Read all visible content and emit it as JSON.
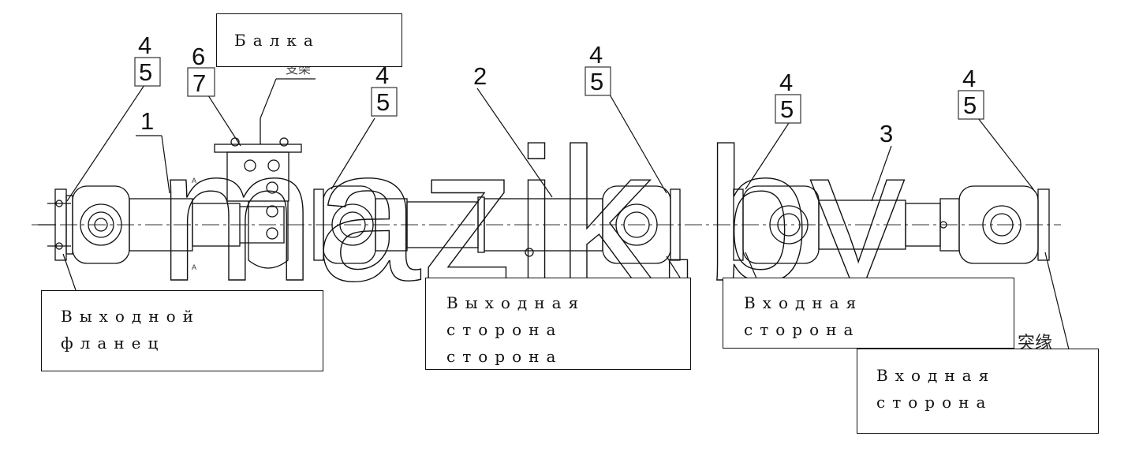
{
  "part_numbers": {
    "n1": "1",
    "n2": "2",
    "n3": "3",
    "n4a": "4",
    "n5a": "5",
    "n6": "6",
    "n7": "7",
    "n4b": "4",
    "n5b": "5",
    "n4c": "4",
    "n5c": "5",
    "n4d": "4",
    "n5d": "5",
    "n4e": "4",
    "n5e": "5"
  },
  "labels": {
    "beam": "Балка",
    "output_flange_line1": "Выходной",
    "output_flange_line2": "фланец",
    "output_side_line1": "Выходная",
    "output_side_line2": "сторона",
    "output_side_line3": "сторона",
    "input_side_mid_line1": "Входная",
    "input_side_mid_line2": "сторона",
    "input_side_right_line1": "Входная",
    "input_side_right_line2": "сторона",
    "chinese_fragment_bracket": "支架",
    "chinese_fragment_flange": "突缘",
    "section_mark_upper": "A",
    "section_mark_lower": "A"
  },
  "watermark": "mazik.by",
  "colors": {
    "line": "#111111",
    "background": "#ffffff"
  }
}
